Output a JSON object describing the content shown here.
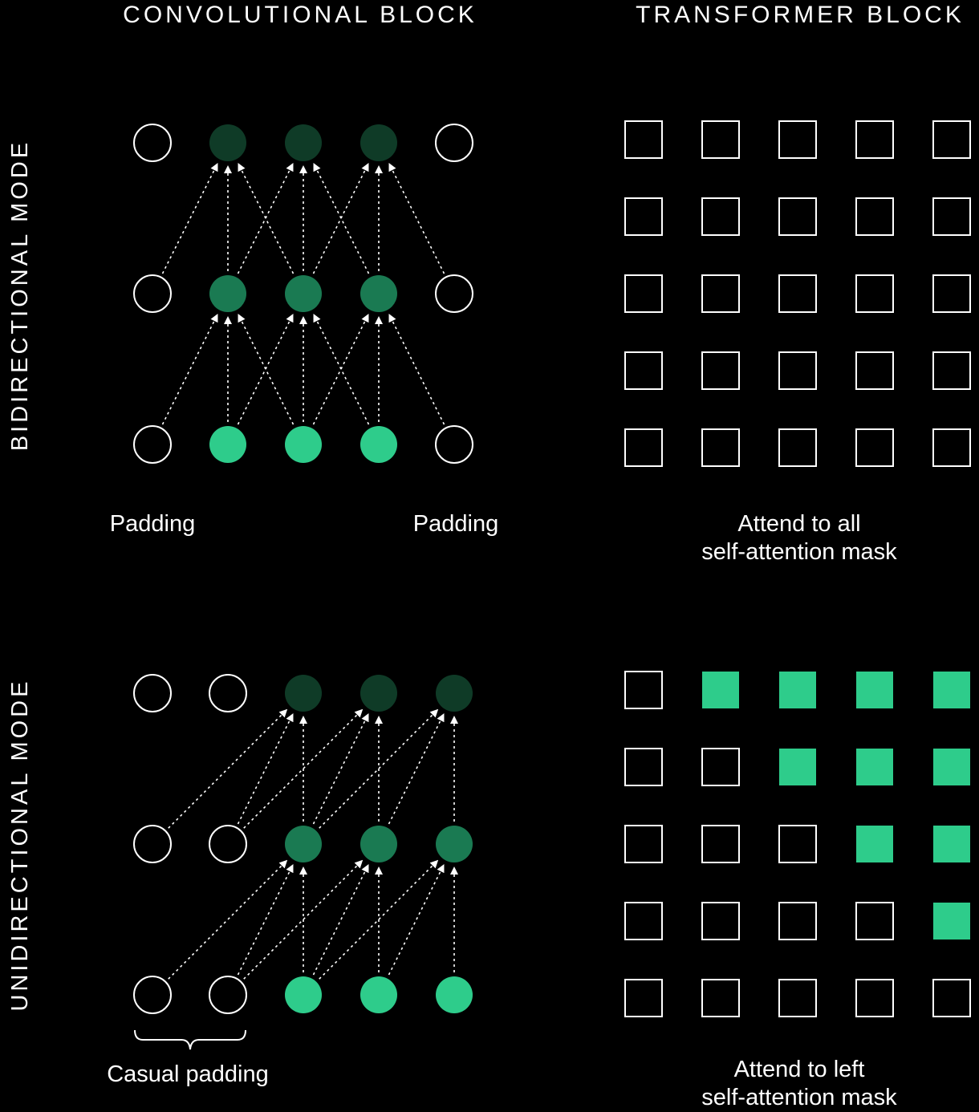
{
  "headings": {
    "conv": "CONVOLUTIONAL BLOCK",
    "transformer": "TRANSFORMER BLOCK"
  },
  "modes": {
    "bidirectional": "BIDIRECTIONAL MODE",
    "unidirectional": "UNIDIRECTIONAL MODE"
  },
  "labels": {
    "padding_left": "Padding",
    "padding_right": "Padding",
    "attend_all_line1": "Attend to all",
    "attend_all_line2": "self-attention mask",
    "causal_padding": "Casual padding",
    "attend_left_line1": "Attend to left",
    "attend_left_line2": "self-attention mask"
  },
  "colors": {
    "background": "#000000",
    "input_node": "#2ecc8b",
    "hidden_node": "#1a7a52",
    "output_node": "#0f3b27",
    "mask_on": "#2ecc8b",
    "outline": "#ffffff"
  },
  "bidirectional_layers": [
    [
      "empty",
      "output",
      "output",
      "output",
      "empty"
    ],
    [
      "empty",
      "hidden",
      "hidden",
      "hidden",
      "empty"
    ],
    [
      "empty",
      "input",
      "input",
      "input",
      "empty"
    ]
  ],
  "unidirectional_layers": [
    [
      "empty",
      "empty",
      "output",
      "output",
      "output"
    ],
    [
      "empty",
      "empty",
      "hidden",
      "hidden",
      "hidden"
    ],
    [
      "empty",
      "empty",
      "input",
      "input",
      "input"
    ]
  ],
  "attend_all_mask": [
    [
      0,
      0,
      0,
      0,
      0
    ],
    [
      0,
      0,
      0,
      0,
      0
    ],
    [
      0,
      0,
      0,
      0,
      0
    ],
    [
      0,
      0,
      0,
      0,
      0
    ],
    [
      0,
      0,
      0,
      0,
      0
    ]
  ],
  "attend_left_mask": [
    [
      0,
      1,
      1,
      1,
      1
    ],
    [
      0,
      0,
      1,
      1,
      1
    ],
    [
      0,
      0,
      0,
      1,
      1
    ],
    [
      0,
      0,
      0,
      0,
      1
    ],
    [
      0,
      0,
      0,
      0,
      0
    ]
  ]
}
